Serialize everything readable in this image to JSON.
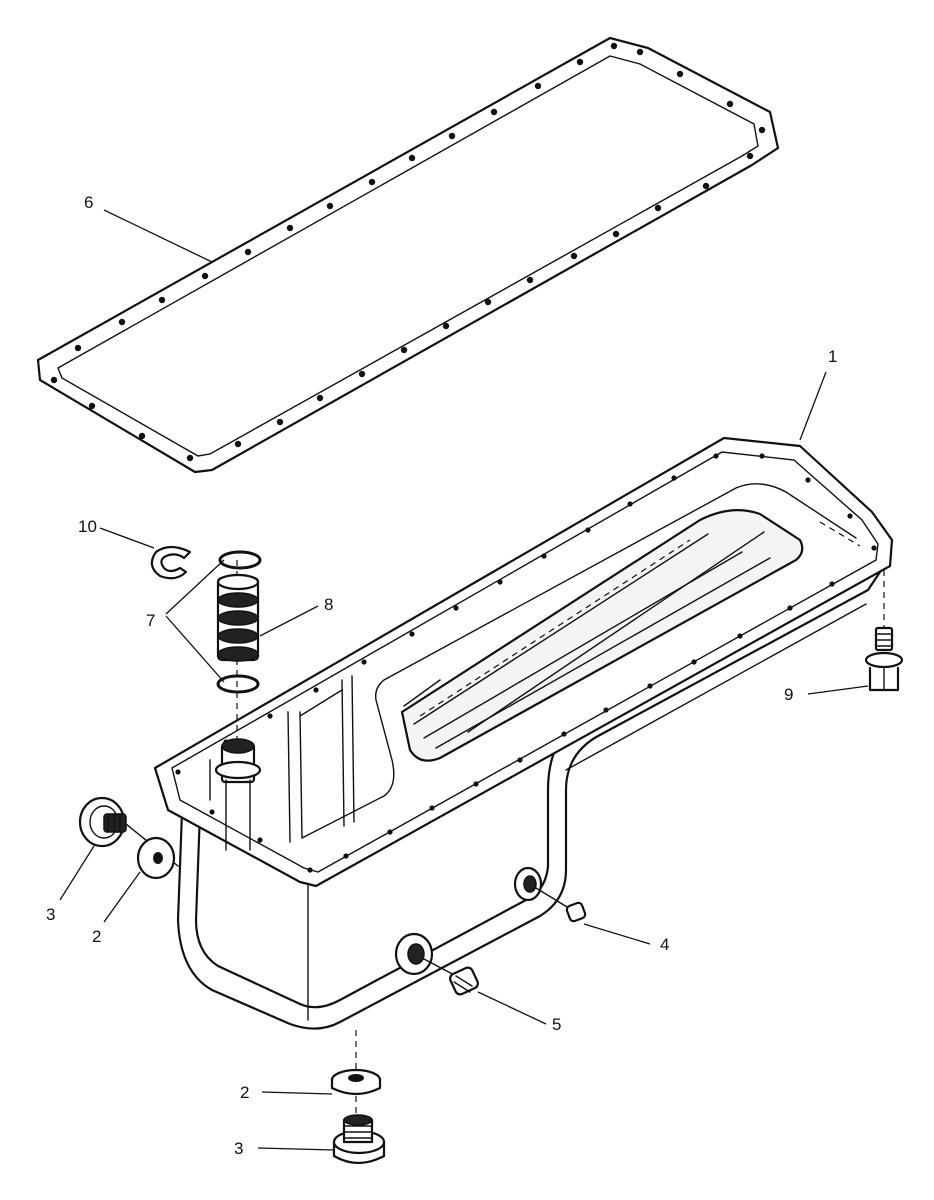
{
  "callouts": [
    {
      "id": "c1",
      "label": "1"
    },
    {
      "id": "c2a",
      "label": "2"
    },
    {
      "id": "c2b",
      "label": "2"
    },
    {
      "id": "c3a",
      "label": "3"
    },
    {
      "id": "c3b",
      "label": "3"
    },
    {
      "id": "c4",
      "label": "4"
    },
    {
      "id": "c5",
      "label": "5"
    },
    {
      "id": "c6",
      "label": "6"
    },
    {
      "id": "c7",
      "label": "7"
    },
    {
      "id": "c8",
      "label": "8"
    },
    {
      "id": "c9",
      "label": "9"
    },
    {
      "id": "c10",
      "label": "10"
    }
  ]
}
